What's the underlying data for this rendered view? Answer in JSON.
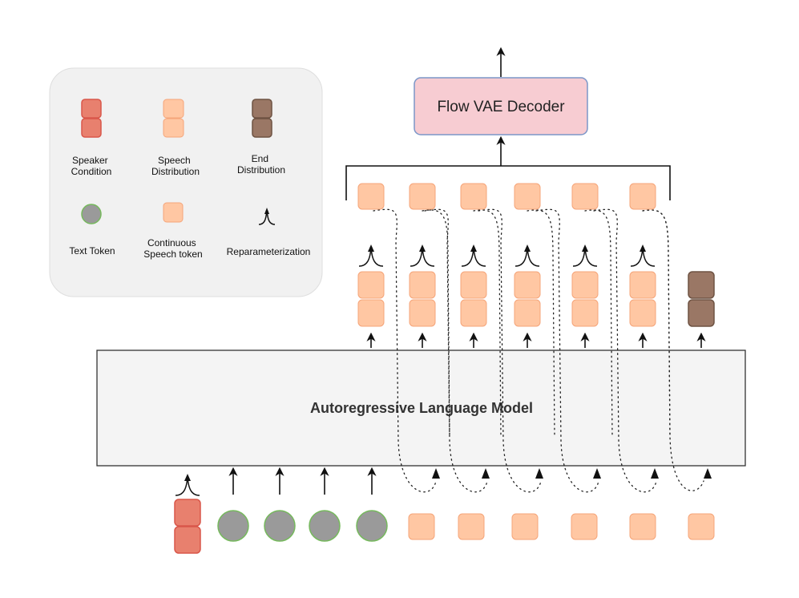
{
  "legend": {
    "speaker_condition": "Speaker\nCondition",
    "speech_distribution": "Speech\nDistribution",
    "end_distribution": "End\nDistribution",
    "text_token": "Text Token",
    "continuous_speech_token": "Continuous\nSpeech token",
    "reparameterization": "Reparameterization"
  },
  "decoder_label": "Flow VAE Decoder",
  "lm_label": "Autoregressive Language Model",
  "colors": {
    "speaker_fill": "#e8806e",
    "speaker_stroke": "#d9574a",
    "speech_fill": "#ffc7a3",
    "speech_stroke": "#f5a57a",
    "end_fill": "#9a7765",
    "end_stroke": "#6e5343",
    "text_fill": "#9a9a9a",
    "text_stroke": "#76b95d",
    "decoder_fill": "#f7ccd2",
    "decoder_stroke": "#7b96c8",
    "legend_bg": "#f1f1f1",
    "lm_fill": "#f4f4f4"
  },
  "icons": [
    "speaker-condition-token-icon",
    "speech-distribution-token-icon",
    "end-distribution-token-icon",
    "text-token-circle-icon",
    "continuous-speech-token-icon",
    "reparameterization-icon",
    "up-arrow-icon",
    "dotted-feedback-loop-icon"
  ]
}
